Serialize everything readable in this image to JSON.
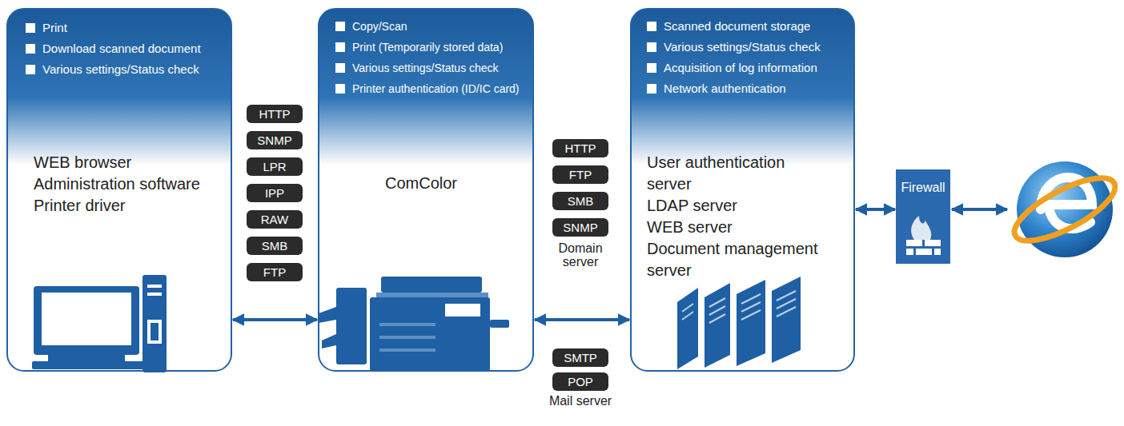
{
  "diagram": {
    "nodes": [
      {
        "text": [
          "Print",
          "Download scanned document",
          "Various settings/Status check",
          "WEB browser",
          "Administration software",
          "Printer driver"
        ]
      },
      {
        "text": [
          "HTTP"
        ]
      },
      {
        "text": [
          "SNMP"
        ]
      },
      {
        "text": [
          "LPR"
        ]
      },
      {
        "text": [
          "IPP"
        ]
      },
      {
        "text": [
          "RAW"
        ]
      },
      {
        "text": [
          "SMB"
        ]
      },
      {
        "text": [
          "FTP"
        ]
      },
      {
        "text": [
          "Copy/Scan",
          "Print (Temporarily stored data)",
          "Various settings/Status check",
          "Printer authentication (ID/IC card)",
          "ComColor"
        ]
      },
      {
        "text": [
          "HTTP"
        ]
      },
      {
        "text": [
          "FTP"
        ]
      },
      {
        "text": [
          "SMB"
        ]
      },
      {
        "text": [
          "SNMP"
        ]
      },
      {
        "text": [
          "SMTP"
        ]
      },
      {
        "text": [
          "POP"
        ]
      },
      {
        "text": [
          "Scanned document storage",
          "Various settings/Status check",
          "Acquisition of log information",
          "Network authentication",
          "User authentication server",
          "LDAP server",
          "WEB server",
          "Document management server"
        ]
      },
      {
        "text": [
          "Firewall"
        ]
      }
    ],
    "edges": [
      {
        "from": 0,
        "to": 8,
        "arrow": "both"
      },
      {
        "from": 8,
        "to": 15,
        "arrow": "both"
      },
      {
        "from": 15,
        "to": 16,
        "arrow": "both"
      }
    ],
    "labels": [
      "Domain server",
      "Mail server"
    ]
  }
}
